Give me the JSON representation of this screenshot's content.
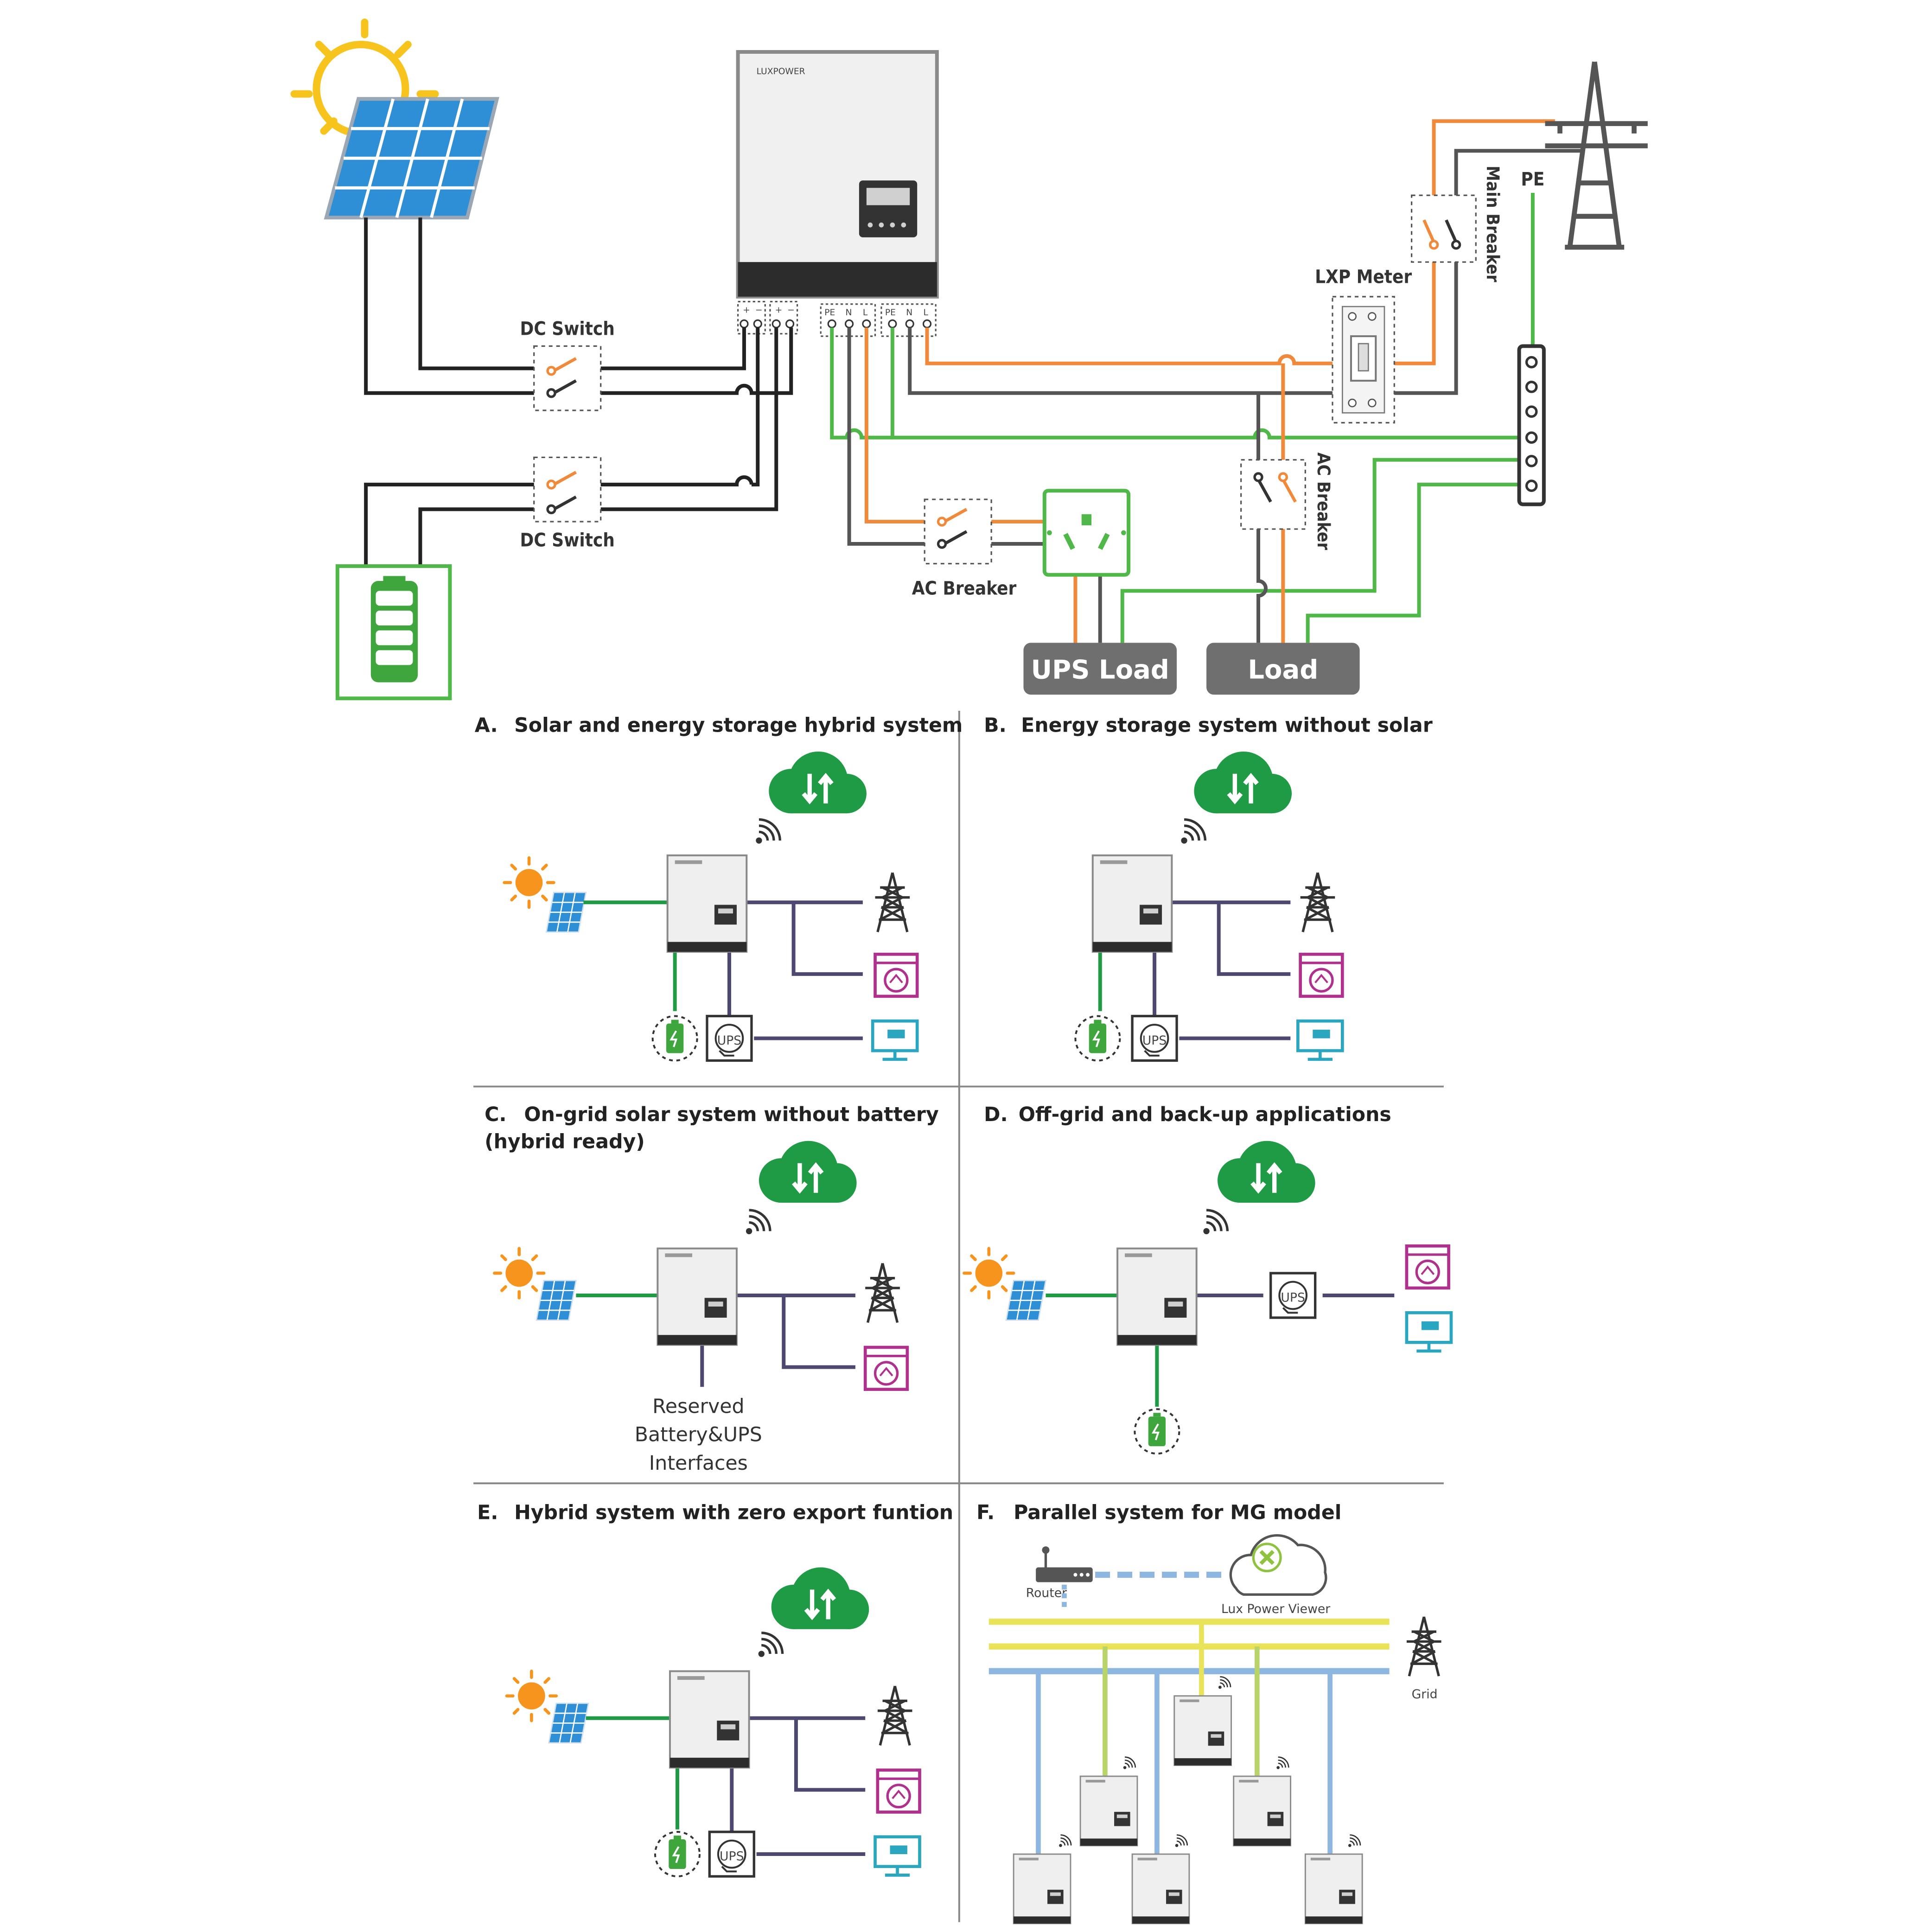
{
  "top": {
    "brand": "LUXPOWER",
    "dc_switch_1": "DC Switch",
    "dc_switch_2": "DC Switch",
    "ac_breaker_1": "AC Breaker",
    "ac_breaker_2": "AC Breaker",
    "lxp_meter": "LXP Meter",
    "main_breaker": "Main Breaker",
    "pe": "PE",
    "ups_load": "UPS Load",
    "load": "Load",
    "terminals": [
      "+",
      "−",
      "+",
      "−",
      "PE",
      "N",
      "L",
      "PE",
      "N",
      "L"
    ]
  },
  "panels": {
    "a": {
      "letter": "A.",
      "title": "Solar and energy storage hybrid system"
    },
    "b": {
      "letter": "B.",
      "title": "Energy storage system without solar"
    },
    "c": {
      "letter": "C.",
      "title": "On-grid solar system without battery",
      "title2": "(hybrid ready)",
      "note": [
        "Reserved",
        "Battery&UPS",
        "Interfaces"
      ]
    },
    "d": {
      "letter": "D.",
      "title": "Off-grid and back-up applications"
    },
    "e": {
      "letter": "E.",
      "title": "Hybrid system with zero export funtion"
    },
    "f": {
      "letter": "F.",
      "title": "Parallel system for MG model",
      "router": "Router",
      "viewer": "Lux Power Viewer",
      "grid": "Grid"
    }
  },
  "ups_icon_label": "UPS",
  "colors": {
    "green": "#4fb848",
    "orange": "#f08a3a",
    "dark_wire": "#333333",
    "purple_wire": "#4d4870",
    "cloud": "#1f9a45",
    "sun": "#f7941d",
    "panel_blue": "#2f8fd6",
    "pink": "#b0308e",
    "teal": "#2aa6c0",
    "gray_box": "#6f6f6f",
    "bus_yellow": "#e9e35a",
    "bus_blue": "#8db6e0",
    "bus_lime": "#b9d36b"
  }
}
